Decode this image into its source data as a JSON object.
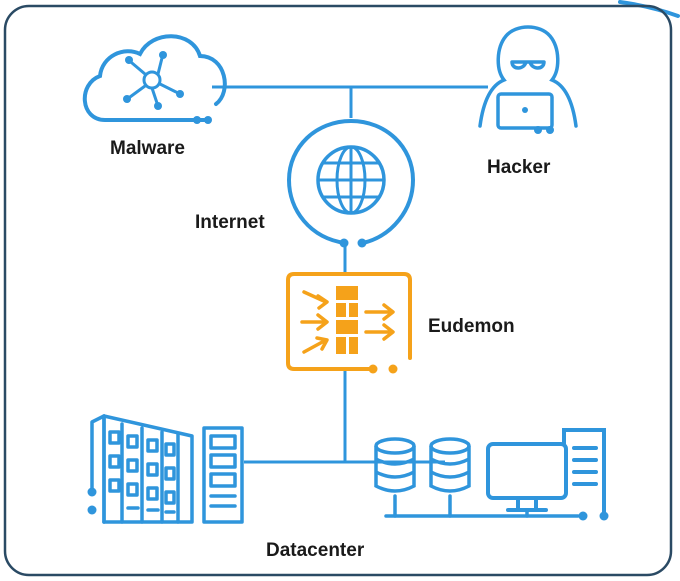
{
  "labels": {
    "malware": "Malware",
    "hacker": "Hacker",
    "internet": "Internet",
    "eudemon": "Eudemon",
    "datacenter": "Datacenter"
  },
  "colors": {
    "blue": "#2f95dc",
    "orange": "#f5a21a",
    "frame": "#2a4a64",
    "text": "#1a1a1a"
  },
  "icons": [
    "cloud-icon",
    "network-hub-icon",
    "hacker-icon",
    "globe-icon",
    "firewall-icon",
    "server-rack-icon",
    "database-icon",
    "monitor-icon"
  ]
}
